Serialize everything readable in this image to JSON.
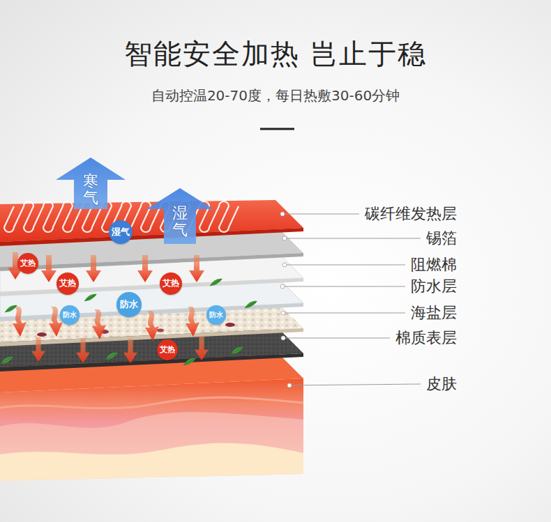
{
  "diagram": {
    "title": "智能安全加热 岂止于稳",
    "nodes": [
      {
        "text": [
          "寒气"
        ]
      },
      {
        "text": [
          "湿气"
        ]
      },
      {
        "text": [
          "湿气"
        ]
      },
      {
        "text": [
          "艾热"
        ]
      },
      {
        "text": [
          "艾热"
        ]
      },
      {
        "text": [
          "艾热"
        ]
      },
      {
        "text": [
          "防水"
        ]
      },
      {
        "text": [
          "防水"
        ]
      },
      {
        "text": [
          "防水"
        ]
      },
      {
        "text": [
          "艾热"
        ]
      }
    ],
    "labels": [
      "自动控温20-70度，每日热敷30-60分钟",
      "碳纤维发热层",
      "锡箔",
      "阻燃棉",
      "防水层",
      "海盐层",
      "棉质表层",
      "皮肤"
    ]
  }
}
